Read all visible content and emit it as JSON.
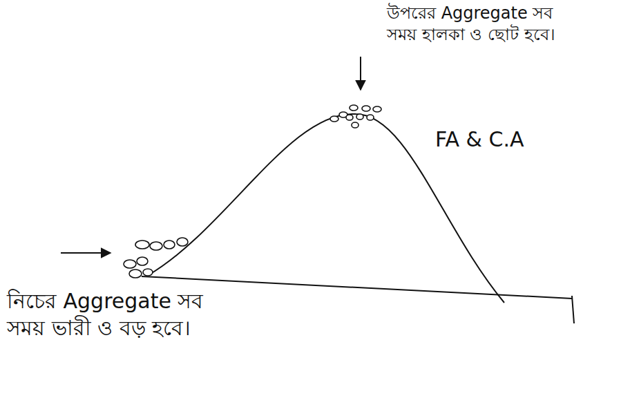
{
  "diagram": {
    "labels": [
      "উপরের Aggregate সব সময় হালকা ও ছোট হবে।",
      "FA & C.A",
      "নিচের Aggregate সব সময় ভারী ও বড় হবে।"
    ]
  }
}
